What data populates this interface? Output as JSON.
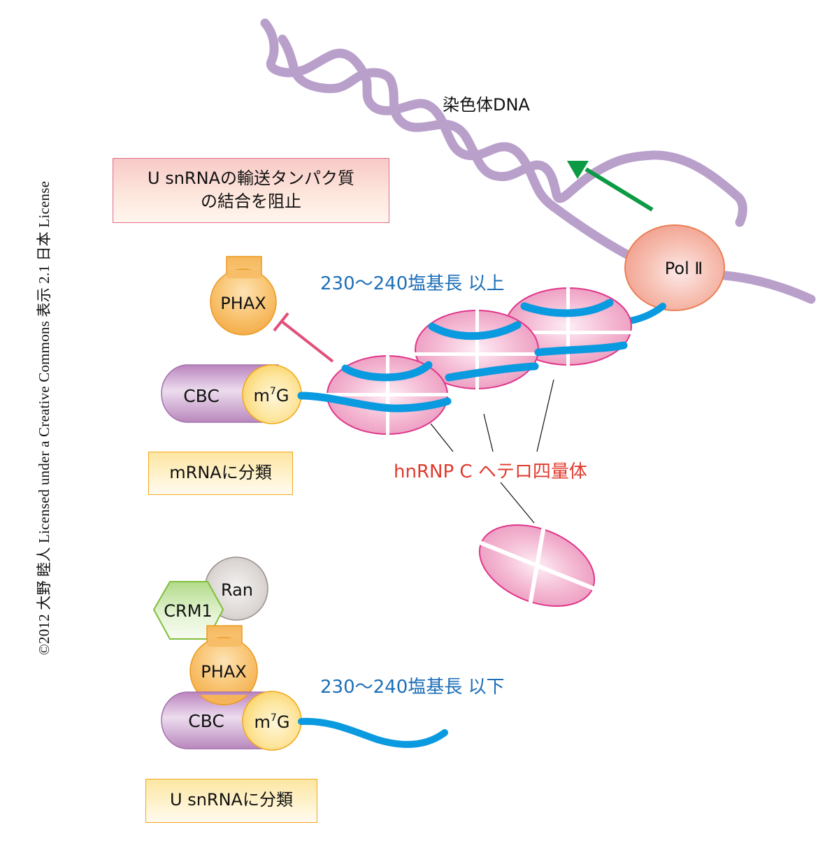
{
  "figure": {
    "copyright": "©2012 大野 睦人 Licensed under a Creative Commons 表示 2.1 日本 License",
    "labels": {
      "dna": "染色体DNA",
      "polymerase": "Pol Ⅱ",
      "block_box": {
        "line1": "U snRNAの輸送タンパク質",
        "line2": "の結合を阻止"
      },
      "length_above": "230〜240塩基長 以上",
      "length_below": "230〜240塩基長 以下",
      "hnrnp_c": "hnRNP C ヘテロ四量体",
      "mrna_class": "mRNAに分類",
      "usnrna_class": "U snRNAに分類"
    },
    "upper_complex": {
      "phax": "PHAX",
      "cbc": "CBC",
      "cap_base": "m",
      "cap_sup": "7",
      "cap_end": "G"
    },
    "lower_complex": {
      "crm1": "CRM1",
      "ran": "Ran",
      "phax": "PHAX",
      "cbc": "CBC",
      "cap_base": "m",
      "cap_sup": "7",
      "cap_end": "G"
    },
    "colors": {
      "dna": "#b9a0cb",
      "rna": "#0a9ae0",
      "transcription_arrow": "#0c9a44",
      "inhibition": "#e2507a",
      "hnrnp_fill": "#ee9fc3",
      "hnrnp_stroke": "#e0358a",
      "polII_fill": "#f3a89a",
      "polII_stroke": "#ec7f55",
      "phax_fill": "#f6b45a",
      "phax_stroke": "#eb9a1e",
      "cbc_fill": "#c898c8",
      "cbc_stroke": "#a270ad",
      "cap_fill": "#fbd86a",
      "cap_stroke": "#f0a81a",
      "crm1_fill": "#c8e6a8",
      "crm1_stroke": "#80be3c",
      "ran_fill": "#d8d4d2",
      "ran_stroke": "#9a8f8c",
      "length_text": "#1e6fb8",
      "hnrnp_text": "#e03a2e"
    }
  }
}
